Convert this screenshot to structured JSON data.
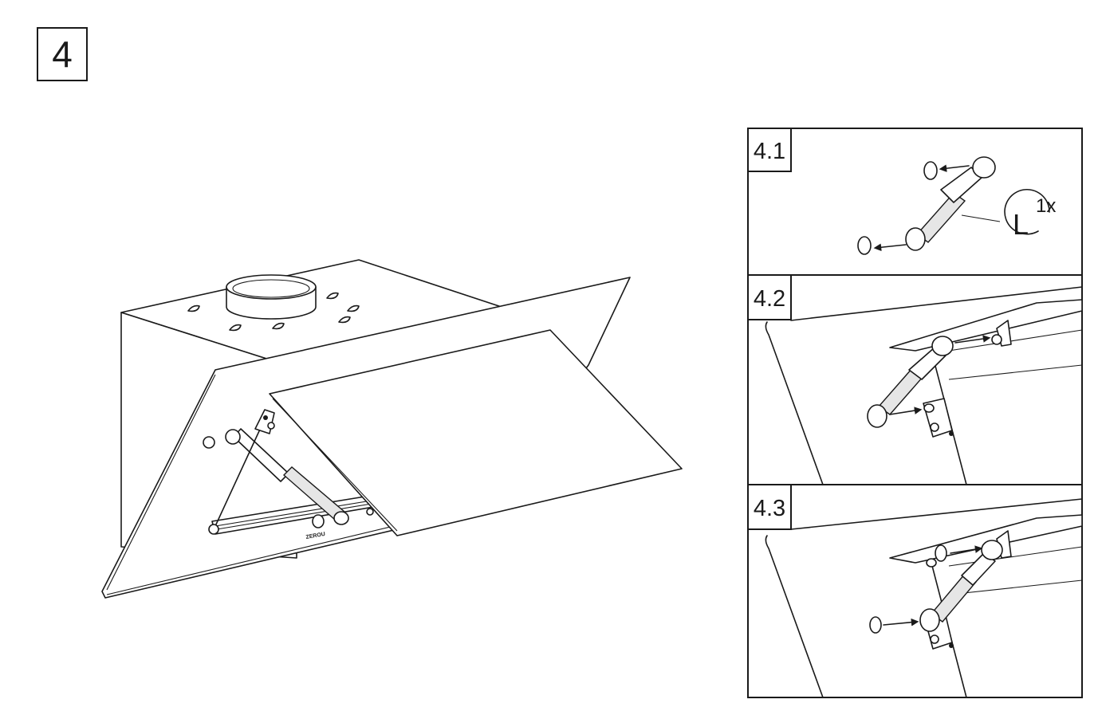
{
  "step_number": "4",
  "panels": [
    {
      "label": "4.1",
      "quantity_symbol": "L",
      "quantity_count": "1x"
    },
    {
      "label": "4.2"
    },
    {
      "label": "4.3"
    }
  ],
  "rail_marking": "ZEROU"
}
